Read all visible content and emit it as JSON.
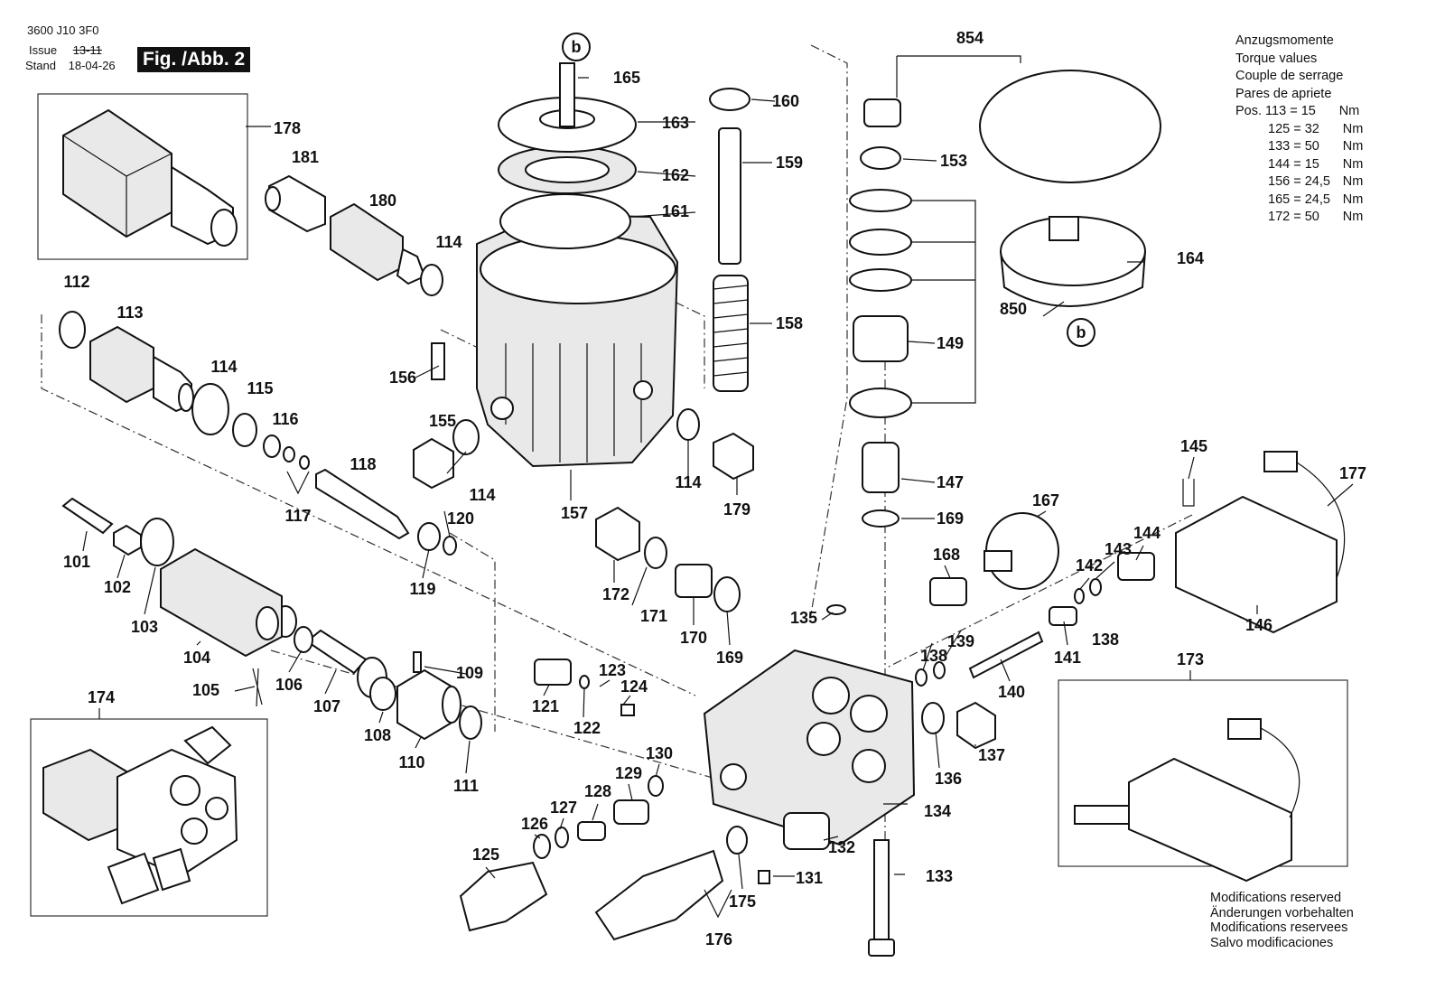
{
  "header": {
    "model": "3600 J10 3F0",
    "issue_label": "Issue",
    "issue_value": "13-11",
    "stand_label": "Stand",
    "stand_value": "18-04-26",
    "figure_label": "Fig. /Abb. 2"
  },
  "torque": {
    "titles": [
      "Anzugsmomente",
      "Torque values",
      "Couple de serrage",
      "Pares de apriete"
    ],
    "prefix": "Pos.",
    "rows": [
      {
        "pos": "113",
        "value": "15",
        "unit": "Nm"
      },
      {
        "pos": "125",
        "value": "32",
        "unit": "Nm"
      },
      {
        "pos": "133",
        "value": "50",
        "unit": "Nm"
      },
      {
        "pos": "144",
        "value": "15",
        "unit": "Nm"
      },
      {
        "pos": "156",
        "value": "24,5",
        "unit": "Nm"
      },
      {
        "pos": "165",
        "value": "24,5",
        "unit": "Nm"
      },
      {
        "pos": "172",
        "value": "50",
        "unit": "Nm"
      }
    ]
  },
  "modifications": [
    "Modifications reserved",
    "Änderungen vorbehalten",
    "Modifications reservees",
    "Salvo modificaciones"
  ],
  "callout_b": "b",
  "labels": {
    "p101": "101",
    "p102": "102",
    "p103": "103",
    "p104": "104",
    "p105": "105",
    "p106": "106",
    "p107": "107",
    "p108": "108",
    "p109": "109",
    "p110": "110",
    "p111": "111",
    "p112": "112",
    "p113": "113",
    "p114a": "114",
    "p114b": "114",
    "p114c": "114",
    "p114d": "114",
    "p115": "115",
    "p116": "116",
    "p117": "117",
    "p118": "118",
    "p119": "119",
    "p120": "120",
    "p121": "121",
    "p122": "122",
    "p123": "123",
    "p124": "124",
    "p125": "125",
    "p126": "126",
    "p127": "127",
    "p128": "128",
    "p129": "129",
    "p130": "130",
    "p131": "131",
    "p132": "132",
    "p133": "133",
    "p134": "134",
    "p135": "135",
    "p136": "136",
    "p137": "137",
    "p138a": "138",
    "p138b": "138",
    "p139": "139",
    "p140": "140",
    "p141": "141",
    "p142": "142",
    "p143": "143",
    "p144": "144",
    "p145": "145",
    "p146": "146",
    "p147": "147",
    "p149": "149",
    "p153": "153",
    "p155": "155",
    "p156": "156",
    "p157": "157",
    "p158": "158",
    "p159": "159",
    "p160": "160",
    "p161": "161",
    "p162": "162",
    "p163": "163",
    "p164": "164",
    "p165": "165",
    "p167": "167",
    "p168": "168",
    "p169a": "169",
    "p169b": "169",
    "p170": "170",
    "p171": "171",
    "p172": "172",
    "p173": "173",
    "p174": "174",
    "p175": "175",
    "p176": "176",
    "p177": "177",
    "p178": "178",
    "p179": "179",
    "p180": "180",
    "p181": "181",
    "p850": "850",
    "p854": "854"
  }
}
